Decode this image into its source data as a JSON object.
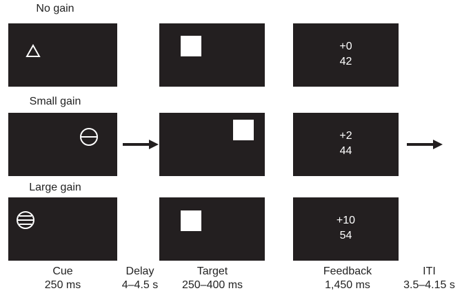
{
  "conditions": {
    "no_gain": {
      "label": "No gain",
      "gain": "+0",
      "total": "42"
    },
    "small_gain": {
      "label": "Small gain",
      "gain": "+2",
      "total": "44"
    },
    "large_gain": {
      "label": "Large gain",
      "gain": "+10",
      "total": "54"
    }
  },
  "cue_shapes": {
    "no_gain": "triangle-icon",
    "small_gain": "circle-one-line-icon",
    "large_gain": "circle-three-lines-icon"
  },
  "stages": {
    "cue": {
      "name": "Cue",
      "duration": "250 ms"
    },
    "delay": {
      "name": "Delay",
      "duration": "4–4.5 s"
    },
    "target": {
      "name": "Target",
      "duration": "250–400 ms"
    },
    "feedback": {
      "name": "Feedback",
      "duration": "1,450 ms"
    },
    "iti": {
      "name": "ITI",
      "duration": "3.5–4.15 s"
    }
  },
  "colors": {
    "panel": "#231f20",
    "stimulus": "#ffffff",
    "arrow": "#231f20"
  }
}
